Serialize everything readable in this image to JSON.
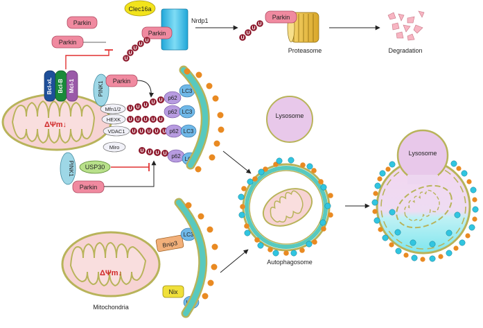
{
  "labels": {
    "parkin": "Parkin",
    "clec16a": "Clec16a",
    "nrdp1": "Nrdp1",
    "proteasome": "Proteasome",
    "degradation": "Degradation",
    "bcl_xl": "Bcl-xL",
    "bcl_b": "Bcl-B",
    "mcl_1": "Mcl-1",
    "pink1": "PINK1",
    "usp30": "USP30",
    "membrane_potential": "ΔΨm↓",
    "mfn": "Mfn1/2",
    "hexk": "HEXK",
    "vdac1": "VDAC1",
    "miro": "Miro",
    "p62": "p62",
    "lc3": "LC3",
    "ubiquitin": "U",
    "lysosome": "Lysosome",
    "autophagosome": "Autophagosome",
    "bnip3": "Bnip3",
    "nix": "Nix",
    "mitochondria": "Mitochondria"
  },
  "colors": {
    "parkin": "#f08aa0",
    "pink1": "#9ed7e6",
    "usp30": "#b8e08a",
    "ubiquitin": "#8e1b2e",
    "p62": "#b79be0",
    "lc3": "#6fb8e8",
    "bnip3": "#f2b07a",
    "nix": "#f0e03a",
    "mito_fill": "#f7d3d3",
    "mito_edge": "#b8b35a",
    "phagophore": "#58c9be",
    "lysosome": "#e8c8ea",
    "orange_dot": "#e98a22",
    "cyan_dot": "#31c5e0",
    "inhibit_arrow": "#e03030"
  }
}
